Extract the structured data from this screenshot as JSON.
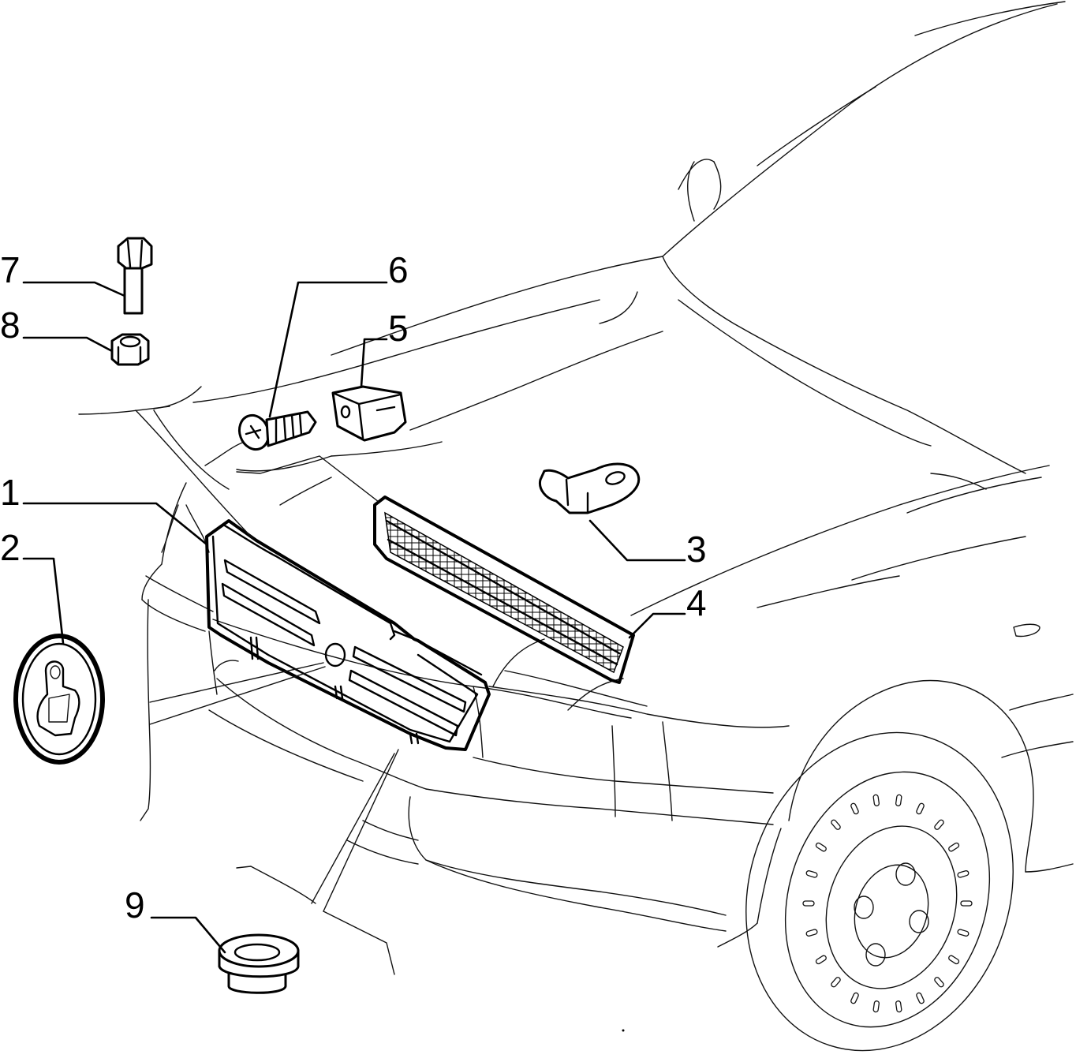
{
  "callouts": [
    {
      "id": "part-1",
      "number": "1"
    },
    {
      "id": "part-2",
      "number": "2"
    },
    {
      "id": "part-3",
      "number": "3"
    },
    {
      "id": "part-4",
      "number": "4"
    },
    {
      "id": "part-5",
      "number": "5"
    },
    {
      "id": "part-6",
      "number": "6"
    },
    {
      "id": "part-7",
      "number": "7"
    },
    {
      "id": "part-8",
      "number": "8"
    },
    {
      "id": "part-9",
      "number": "9"
    }
  ]
}
